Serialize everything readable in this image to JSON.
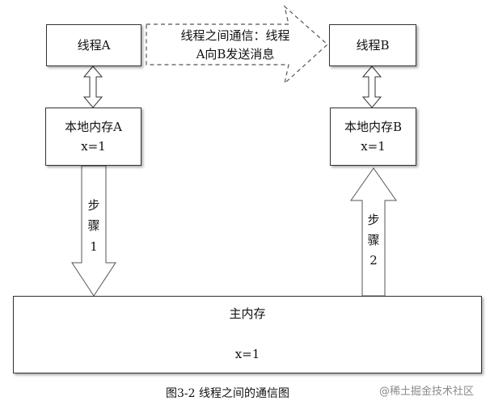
{
  "thread_a": {
    "label": "线程A"
  },
  "thread_b": {
    "label": "线程B"
  },
  "memory_a": {
    "label": "本地内存A",
    "value": "x=1"
  },
  "memory_b": {
    "label": "本地内存B",
    "value": "x=1"
  },
  "communication": {
    "line1": "线程之间通信：线程",
    "line2": "A向B发送消息"
  },
  "step1": {
    "chars": [
      "步",
      "骤",
      "1"
    ]
  },
  "step2": {
    "chars": [
      "步",
      "骤",
      "2"
    ]
  },
  "main_memory": {
    "label": "主内存",
    "value": "x=1"
  },
  "caption": "图3-2  线程之间的通信图",
  "watermark": "@稀土掘金技术社区"
}
